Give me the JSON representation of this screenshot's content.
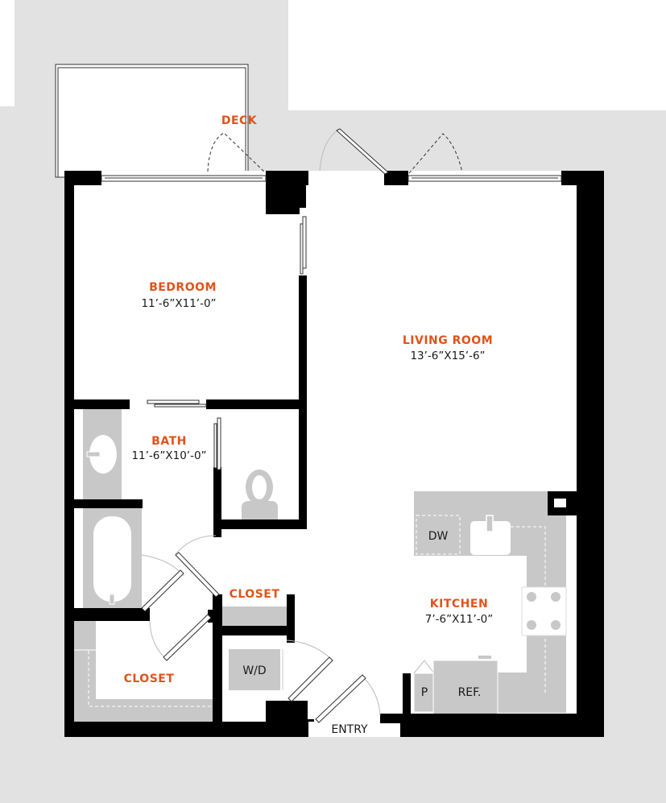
{
  "colors": {
    "label_accent": "#E0531B",
    "wall": "#000000",
    "exterior": "#E2E2E2",
    "fixture": "#C8C8C8",
    "floor": "#FFFFFF",
    "text": "#1A1A1A"
  },
  "rooms": {
    "deck": {
      "name": "DECK"
    },
    "bedroom": {
      "name": "BEDROOM",
      "dimensions": "11’-6”X11’-0”"
    },
    "bath": {
      "name": "BATH",
      "dimensions": "11’-6”X10’-0”"
    },
    "living_room": {
      "name": "LIVING ROOM",
      "dimensions": "13’-6”X15’-6”"
    },
    "kitchen": {
      "name": "KITCHEN",
      "dimensions": "7’-6”X11’-0”"
    },
    "closet_hall": {
      "name": "CLOSET"
    },
    "closet_bedroom": {
      "name": "CLOSET"
    },
    "entry": {
      "name": "ENTRY"
    }
  },
  "fixtures": {
    "dishwasher": "DW",
    "washer_dryer": "W/D",
    "pantry": "P",
    "refrigerator": "REF."
  }
}
